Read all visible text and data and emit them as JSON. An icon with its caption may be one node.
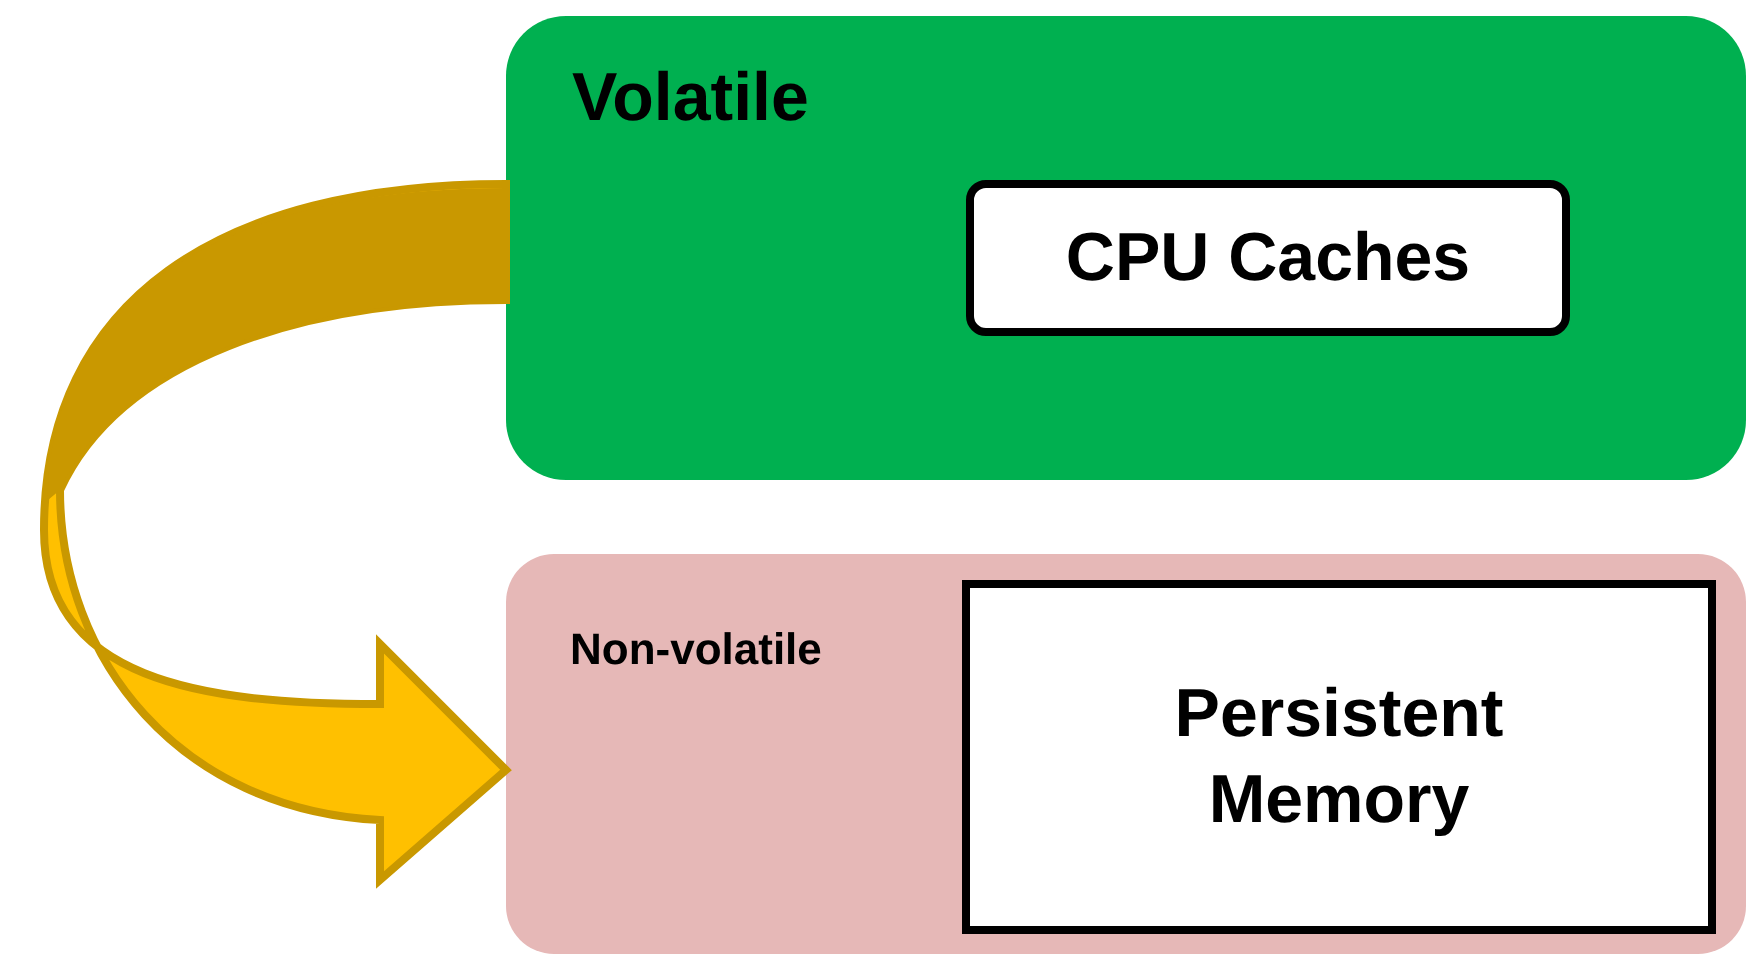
{
  "diagram": {
    "nodes": [
      {
        "text": [
          "Volatile"
        ]
      },
      {
        "text": [
          "CPU Caches"
        ],
        "in": 0
      },
      {
        "text": [
          "Non-volatile"
        ]
      },
      {
        "text": [
          "Persistent Memory"
        ],
        "in": 2
      }
    ],
    "edges": [
      {
        "from": 0,
        "to": 2,
        "arrow": "to",
        "style": "thick",
        "color": "#ffc000"
      }
    ]
  }
}
